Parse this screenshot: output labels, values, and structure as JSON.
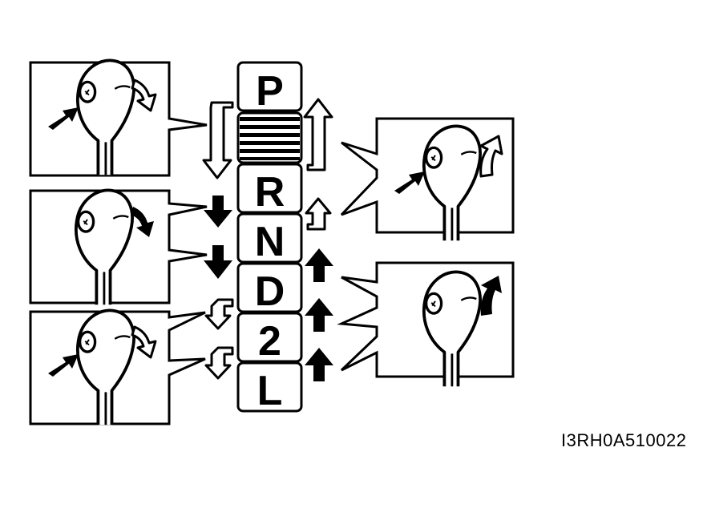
{
  "gears": [
    {
      "id": "p",
      "label": "P"
    },
    {
      "id": "r",
      "label": "R"
    },
    {
      "id": "n",
      "label": "N"
    },
    {
      "id": "d",
      "label": "D"
    },
    {
      "id": "2",
      "label": "2"
    },
    {
      "id": "l",
      "label": "L"
    }
  ],
  "figure_code": "I3RH0A510022",
  "colors": {
    "ink": "#000000",
    "paper": "#ffffff"
  }
}
